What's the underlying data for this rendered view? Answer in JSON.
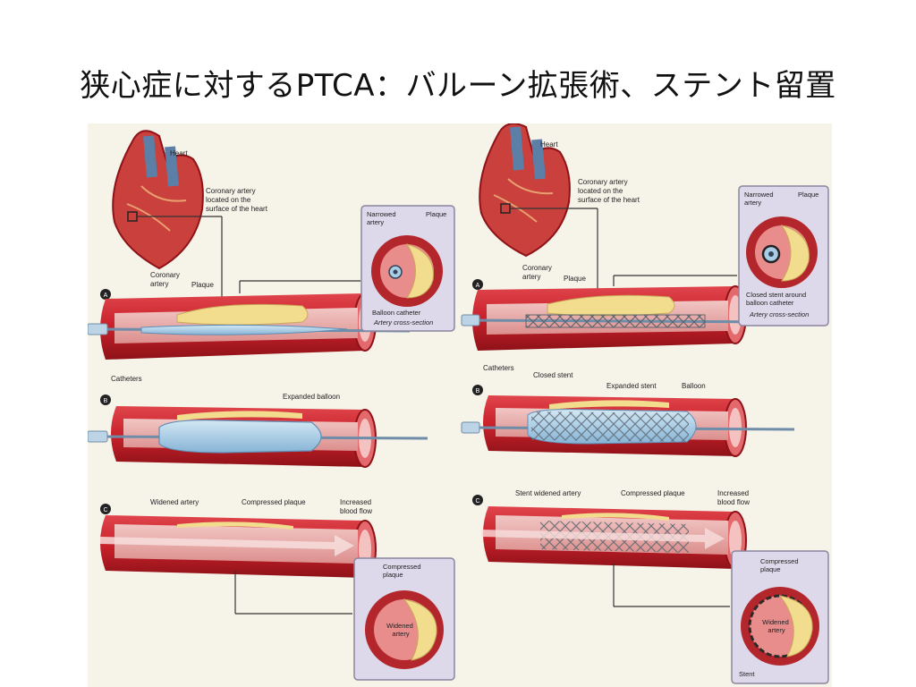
{
  "slide": {
    "title": "狭心症に対するPTCA：バルーン拡張術、ステント留置"
  },
  "left_panel": {
    "heart": "Heart",
    "coronary_located": [
      "Coronary artery",
      "located on the",
      "surface of the heart"
    ],
    "step_a": "A",
    "step_b": "B",
    "step_c": "C",
    "coronary_artery": [
      "Coronary",
      "artery"
    ],
    "plaque": "Plaque",
    "catheters": "Catheters",
    "inset_narrowed": [
      "Narrowed",
      "artery"
    ],
    "inset_plaque": "Plaque",
    "inset_balloon_catheter": "Balloon catheter",
    "inset_cross_section": "Artery cross-section",
    "expanded_balloon": "Expanded balloon",
    "widened_artery": "Widened artery",
    "compressed_plaque": "Compressed plaque",
    "increased_blood_flow": [
      "Increased",
      "blood flow"
    ],
    "bottom_compressed": [
      "Compressed",
      "plaque"
    ],
    "bottom_widened": [
      "Widened",
      "artery"
    ]
  },
  "right_panel": {
    "heart": "Heart",
    "coronary_located": [
      "Coronary artery",
      "located on the",
      "surface of the heart"
    ],
    "step_a": "A",
    "step_b": "B",
    "step_c": "C",
    "coronary_artery": [
      "Coronary",
      "artery"
    ],
    "plaque": "Plaque",
    "catheters": "Catheters",
    "closed_stent": "Closed stent",
    "inset_narrowed": [
      "Narrowed",
      "artery"
    ],
    "inset_plaque": "Plaque",
    "inset_closed_stent": [
      "Closed stent around",
      "balloon catheter"
    ],
    "inset_cross_section": "Artery cross-section",
    "expanded_stent": "Expanded stent",
    "balloon": "Balloon",
    "stent_widened_artery": "Stent widened artery",
    "compressed_plaque": "Compressed plaque",
    "increased_blood_flow": [
      "Increased",
      "blood flow"
    ],
    "bottom_compressed": [
      "Compressed",
      "plaque"
    ],
    "bottom_widened": [
      "Widened",
      "artery"
    ],
    "bottom_stent": "Stent"
  },
  "colors": {
    "background": "#f6f3e9",
    "artery": "#c8202a",
    "artery_dark": "#8e1218",
    "artery_inner": "#e8a0a0",
    "plaque": "#f2dc8e",
    "balloon": "#a9cde6",
    "inset_bg": "#ddd9ea"
  }
}
